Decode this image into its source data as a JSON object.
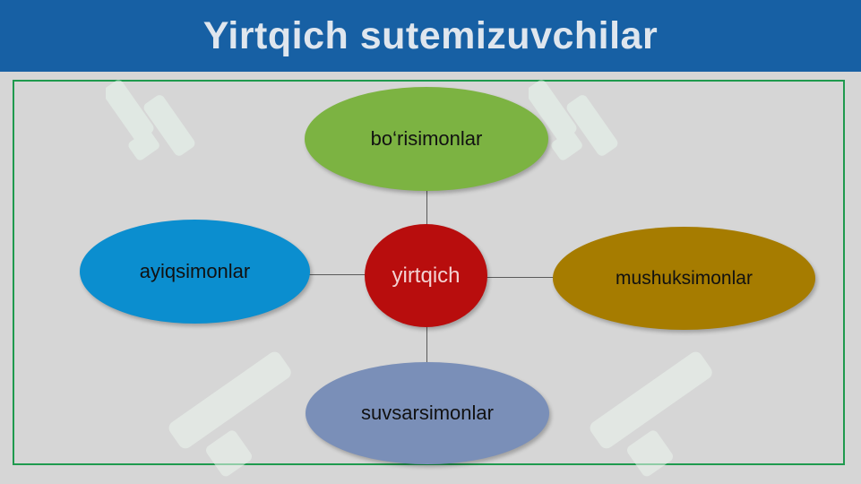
{
  "title": "Yirtqich sutemizuvchilar",
  "diagram": {
    "center": "yirtqich",
    "top": "bo‘risimonlar",
    "left": "ayiqsimonlar",
    "right": "mushuksimonlar",
    "bottom": "suvsarsimonlar"
  },
  "colors": {
    "title_bar": "#1760a4",
    "frame_border": "#1f9a4e",
    "center": "#b80d0d",
    "top": "#7cb342",
    "left": "#0b8ecf",
    "right": "#a67c00",
    "bottom": "#7a8fb8"
  },
  "watermark_icon": "soff-logo-watermark"
}
